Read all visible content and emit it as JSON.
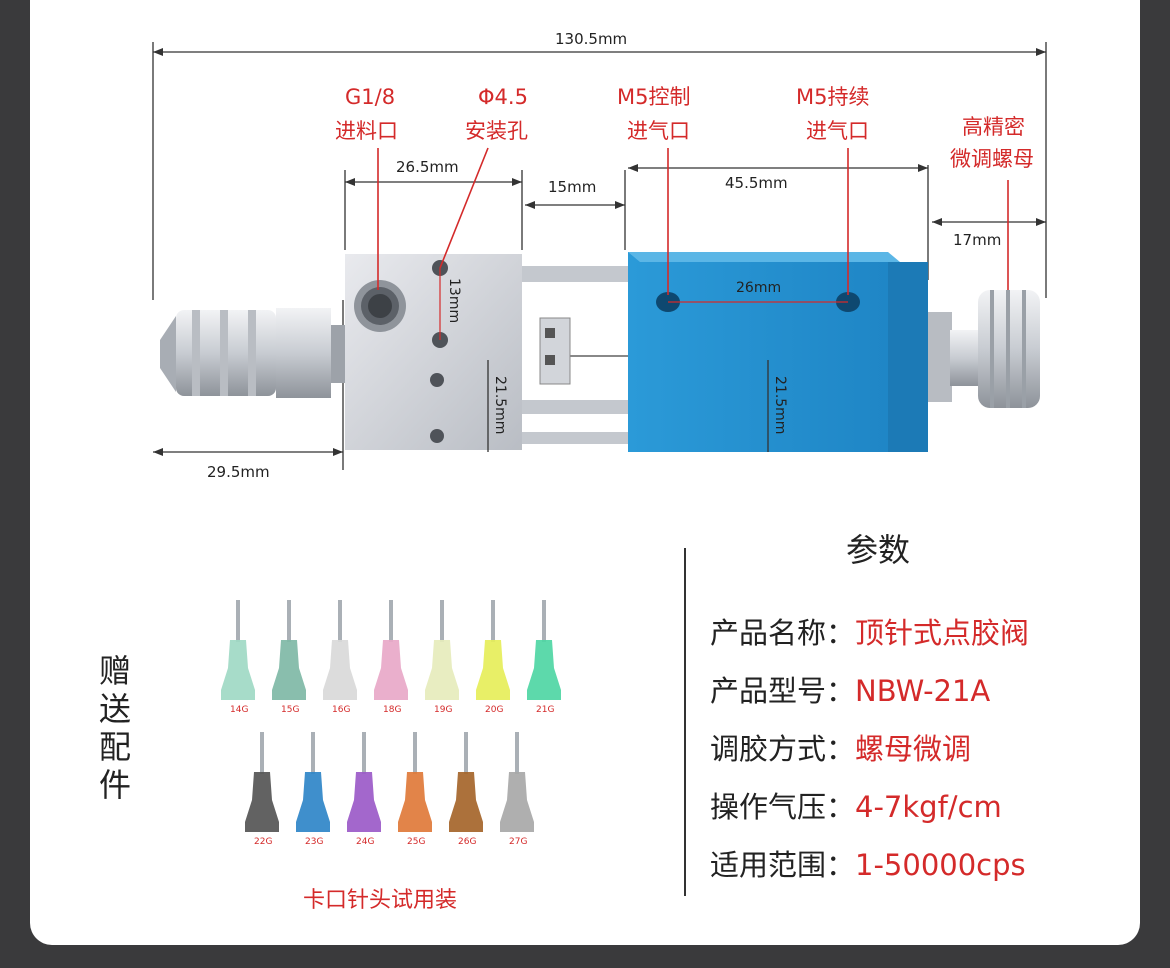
{
  "dimensions": {
    "total_length": "130.5mm",
    "front_block": "26.5mm",
    "gap": "15mm",
    "body_length": "45.5mm",
    "knob": "17mm",
    "nozzle": "29.5mm",
    "hole_spacing_v": "13mm",
    "hole_spacing_h": "26mm",
    "front_height": "21.5mm",
    "body_height": "21.5mm"
  },
  "callouts": {
    "inlet_line1": "G1/8",
    "inlet_line2": "进料口",
    "mount_line1": "Φ4.5",
    "mount_line2": "安装孔",
    "control_line1": "M5控制",
    "control_line2": "进气口",
    "continuous_line1": "M5持续",
    "continuous_line2": "进气口",
    "nut_line1": "高精密",
    "nut_line2": "微调螺母"
  },
  "params": {
    "title": "参数",
    "rows": [
      {
        "label": "产品名称：",
        "value": "顶针式点胶阀"
      },
      {
        "label": "产品型号：",
        "value": "NBW-21A"
      },
      {
        "label": "调胶方式：",
        "value": "螺母微调"
      },
      {
        "label": "操作气压：",
        "value": "4-7kgf/cm"
      },
      {
        "label": "适用范围：",
        "value": "1-50000cps"
      }
    ]
  },
  "accessories": {
    "title_chars": [
      "赠",
      "送",
      "配",
      "件"
    ],
    "caption": "卡口针头试用装",
    "row1": [
      {
        "gauge": "14G",
        "color": "#9fd9c4"
      },
      {
        "gauge": "15G",
        "color": "#7fb8a6"
      },
      {
        "gauge": "16G",
        "color": "#d9d9d9"
      },
      {
        "gauge": "18G",
        "color": "#e8a8c8"
      },
      {
        "gauge": "19G",
        "color": "#e6ecbc"
      },
      {
        "gauge": "20G",
        "color": "#e6ee5a"
      },
      {
        "gauge": "21G",
        "color": "#4fd6a4"
      }
    ],
    "row2": [
      {
        "gauge": "22G",
        "color": "#555555"
      },
      {
        "gauge": "23G",
        "color": "#2f86c8"
      },
      {
        "gauge": "24G",
        "color": "#9b5ac8"
      },
      {
        "gauge": "25G",
        "color": "#e07a3a"
      },
      {
        "gauge": "26G",
        "color": "#a5652a"
      },
      {
        "gauge": "27G",
        "color": "#a8a8a8"
      }
    ]
  }
}
